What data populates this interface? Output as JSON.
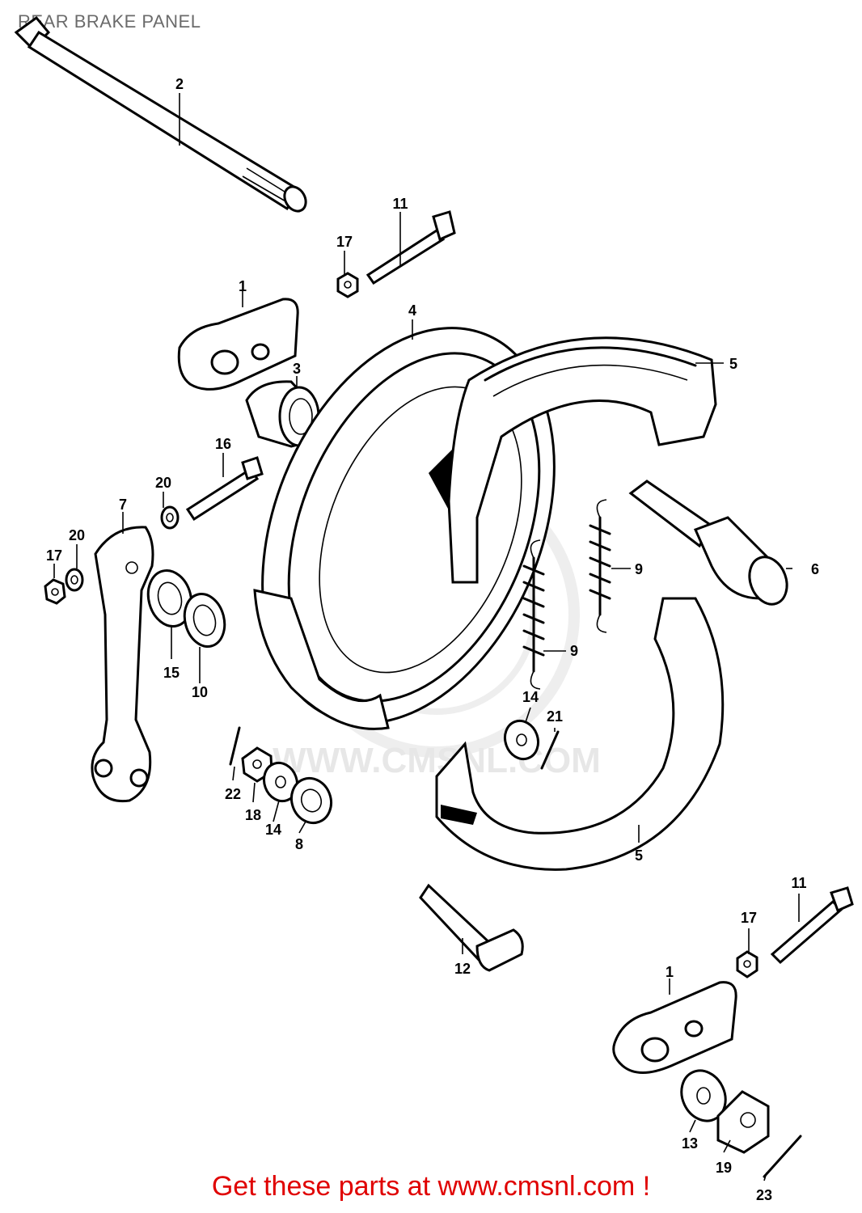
{
  "title": "REAR BRAKE PANEL",
  "footer_link": "Get these parts at www.cmsnl.com !",
  "watermark_text": "WWW.CMSNL.COM",
  "colors": {
    "link": "#e00000",
    "title": "#6b6b6b",
    "ink": "#000000",
    "watermark": "#d8d8d8"
  },
  "callouts": [
    {
      "id": "c-2",
      "label": "2"
    },
    {
      "id": "c-11a",
      "label": "11"
    },
    {
      "id": "c-17a",
      "label": "17"
    },
    {
      "id": "c-1a",
      "label": "1"
    },
    {
      "id": "c-4",
      "label": "4"
    },
    {
      "id": "c-5a",
      "label": "5"
    },
    {
      "id": "c-3",
      "label": "3"
    },
    {
      "id": "c-16",
      "label": "16"
    },
    {
      "id": "c-20a",
      "label": "20"
    },
    {
      "id": "c-7",
      "label": "7"
    },
    {
      "id": "c-17b",
      "label": "17"
    },
    {
      "id": "c-20b",
      "label": "20"
    },
    {
      "id": "c-15",
      "label": "15"
    },
    {
      "id": "c-10",
      "label": "10"
    },
    {
      "id": "c-9a",
      "label": "9"
    },
    {
      "id": "c-9b",
      "label": "9"
    },
    {
      "id": "c-6",
      "label": "6"
    },
    {
      "id": "c-14a",
      "label": "14"
    },
    {
      "id": "c-21",
      "label": "21"
    },
    {
      "id": "c-22",
      "label": "22"
    },
    {
      "id": "c-18",
      "label": "18"
    },
    {
      "id": "c-14b",
      "label": "14"
    },
    {
      "id": "c-8",
      "label": "8"
    },
    {
      "id": "c-5b",
      "label": "5"
    },
    {
      "id": "c-11b",
      "label": "11"
    },
    {
      "id": "c-17c",
      "label": "17"
    },
    {
      "id": "c-12",
      "label": "12"
    },
    {
      "id": "c-1b",
      "label": "1"
    },
    {
      "id": "c-13",
      "label": "13"
    },
    {
      "id": "c-19",
      "label": "19"
    },
    {
      "id": "c-23",
      "label": "23"
    }
  ]
}
